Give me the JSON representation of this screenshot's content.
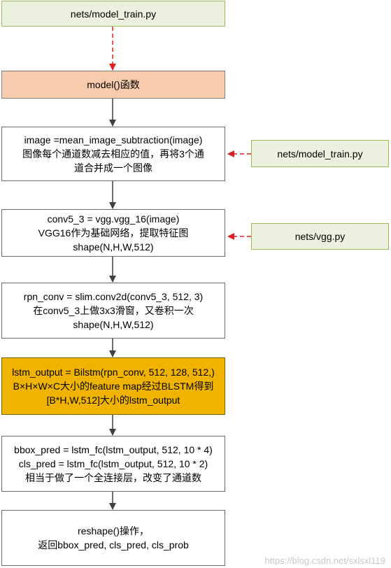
{
  "nodes": {
    "top_file": {
      "lines": [
        "nets/model_train.py"
      ]
    },
    "model_func": {
      "lines": [
        "model()函数"
      ]
    },
    "step_subtract": {
      "lines": [
        "image =mean_image_subtraction(image)",
        "图像每个通道数减去相应的值，再将3个通",
        "道合并成一个图像"
      ]
    },
    "step_vgg": {
      "lines": [
        "conv5_3 = vgg.vgg_16(image)",
        "VGG16作为基础网络，提取特征图",
        "shape(N,H,W,512)"
      ]
    },
    "step_rpn": {
      "lines": [
        "rpn_conv = slim.conv2d(conv5_3, 512, 3)",
        "在conv5_3上做3x3滑窗，又卷积一次",
        "shape(N,H,W,512)"
      ]
    },
    "step_lstm": {
      "lines": [
        "lstm_output = Bilstm(rpn_conv, 512, 128, 512,)",
        "B×H×W×C大小的feature map经过BLSTM得到",
        "[B*H,W,512]大小的lstm_output"
      ]
    },
    "step_fc": {
      "lines": [
        "bbox_pred = lstm_fc(lstm_output, 512, 10 * 4)",
        "cls_pred = lstm_fc(lstm_output, 512, 10 * 2)",
        "相当于做了一个全连接层，改变了通道数"
      ]
    },
    "step_reshape": {
      "lines": [
        "reshape()操作，",
        "返回bbox_pred, cls_pred, cls_prob"
      ]
    },
    "side_model_train": {
      "lines": [
        "nets/model_train.py"
      ]
    },
    "side_vgg": {
      "lines": [
        "nets/vgg.py"
      ]
    }
  },
  "colors": {
    "green_fill": "#ebf1de",
    "green_border": "#9bbb59",
    "orange_fill": "#f8cbad",
    "gold_fill": "#f0b400",
    "arrow": "#404040",
    "red_dashed": "#e02020"
  },
  "watermark": "https://blog.csdn.net/sxlsxl119"
}
